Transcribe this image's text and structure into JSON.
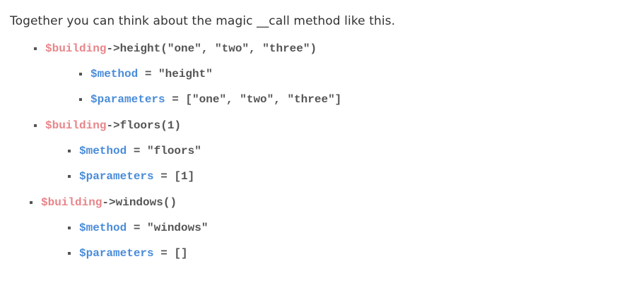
{
  "intro": "Together you can think about the magic __call method like this.",
  "items": [
    {
      "object": "$building",
      "call": "->height(\"one\", \"two\", \"three\")",
      "method_var": "$method",
      "method_rest": " = \"height\"",
      "params_var": "$parameters",
      "params_rest": " = [\"one\", \"two\", \"three\"]"
    },
    {
      "object": "$building",
      "call": "->floors(1)",
      "method_var": "$method",
      "method_rest": " = \"floors\"",
      "params_var": "$parameters",
      "params_rest": " = [1]"
    },
    {
      "object": "$building",
      "call": "->windows()",
      "method_var": "$method",
      "method_rest": " = \"windows\"",
      "params_var": "$parameters",
      "params_rest": " = []"
    }
  ],
  "colors": {
    "object_var": "#e8858a",
    "inner_var": "#4a8cd9",
    "code": "#555555",
    "text": "#333333"
  }
}
